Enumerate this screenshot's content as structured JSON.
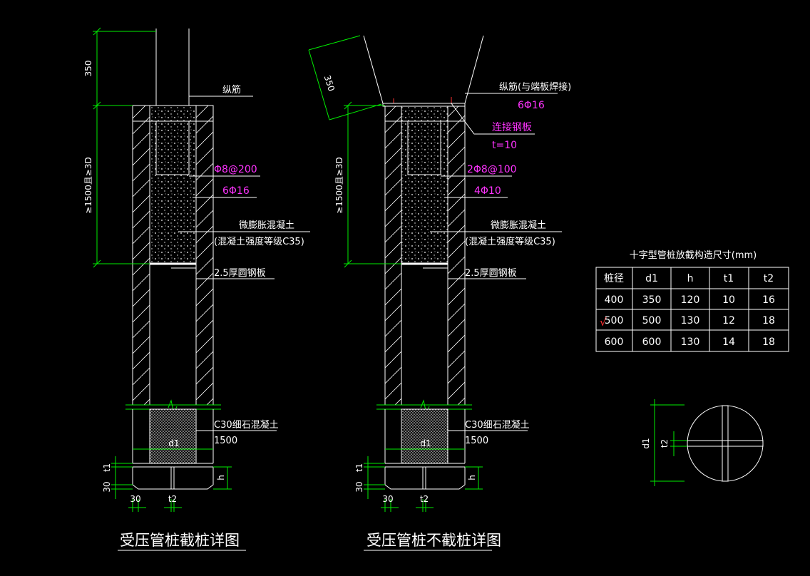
{
  "colors": {
    "background": "#000000",
    "lines": "#ffffff",
    "dims": "#00ee00",
    "rebar": "#ff33ff",
    "marks": "#ff3030"
  },
  "left": {
    "title": "受压管桩截桩详图",
    "dim_top": "350",
    "dim_mid": "≥1500且≥3D",
    "label_zj": "纵筋",
    "label_stirrup": "Φ8@200",
    "label_rebar": "6Φ16",
    "label_concrete1": "微膨胀混凝土",
    "label_concrete2": "(混凝土强度等级C35)",
    "label_plate": "2.5厚圆钢板",
    "label_c30": "C30细石混凝土",
    "label_1500": "1500",
    "label_d1": "d1",
    "dim_t1": "t1",
    "dim_30v": "30",
    "dim_30h": "30",
    "dim_t2": "t2",
    "dim_h": "h"
  },
  "right": {
    "title": "受压管桩不截桩详图",
    "dim_top": "350",
    "dim_mid": "≥1500且≥3D",
    "label_zj": "纵筋(与端板焊接)",
    "label_6phi16": "6Φ16",
    "label_plate": "连接钢板",
    "label_t10": "t=10",
    "label_stirrup": "2Φ8@100",
    "label_rebar": "4Φ10",
    "label_concrete1": "微膨胀混凝土",
    "label_concrete2": "(混凝土强度等级C35)",
    "label_plate2": "2.5厚圆钢板",
    "label_c30": "C30细石混凝土",
    "label_1500": "1500",
    "label_d1": "d1",
    "dim_t1": "t1",
    "dim_30v": "30",
    "dim_30h": "30",
    "dim_t2": "t2",
    "dim_h": "h"
  },
  "table": {
    "caption": "十字型管桩放截构造尺寸(mm)",
    "headers": [
      "桩径",
      "d1",
      "h",
      "t1",
      "t2"
    ],
    "rows": [
      [
        "400",
        "350",
        "120",
        "10",
        "16"
      ],
      [
        "500",
        "500",
        "130",
        "12",
        "18"
      ],
      [
        "600",
        "600",
        "130",
        "14",
        "18"
      ]
    ],
    "check_mark": "√"
  },
  "section": {
    "dim_d1": "d1",
    "dim_t2": "t2"
  }
}
